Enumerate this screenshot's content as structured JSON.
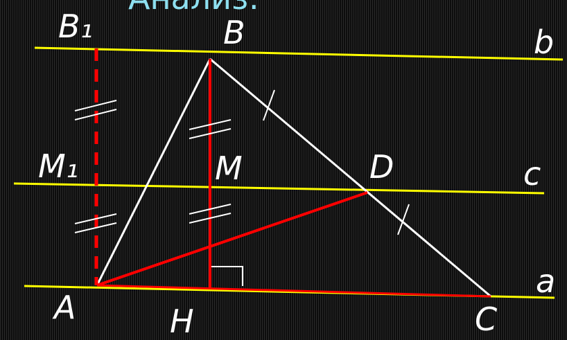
{
  "title": "Анализ:",
  "colors": {
    "background": "#111111",
    "parallel_lines": "#ffff00",
    "triangle": "#ffffff",
    "construction": "#ff0000",
    "title": "#8ee0f0"
  },
  "labels": {
    "B1": "B₁",
    "B": "B",
    "b": "b",
    "M1": "M₁",
    "M": "M",
    "D": "D",
    "c": "c",
    "A": "A",
    "H": "H",
    "C": "C",
    "a": "a"
  }
}
